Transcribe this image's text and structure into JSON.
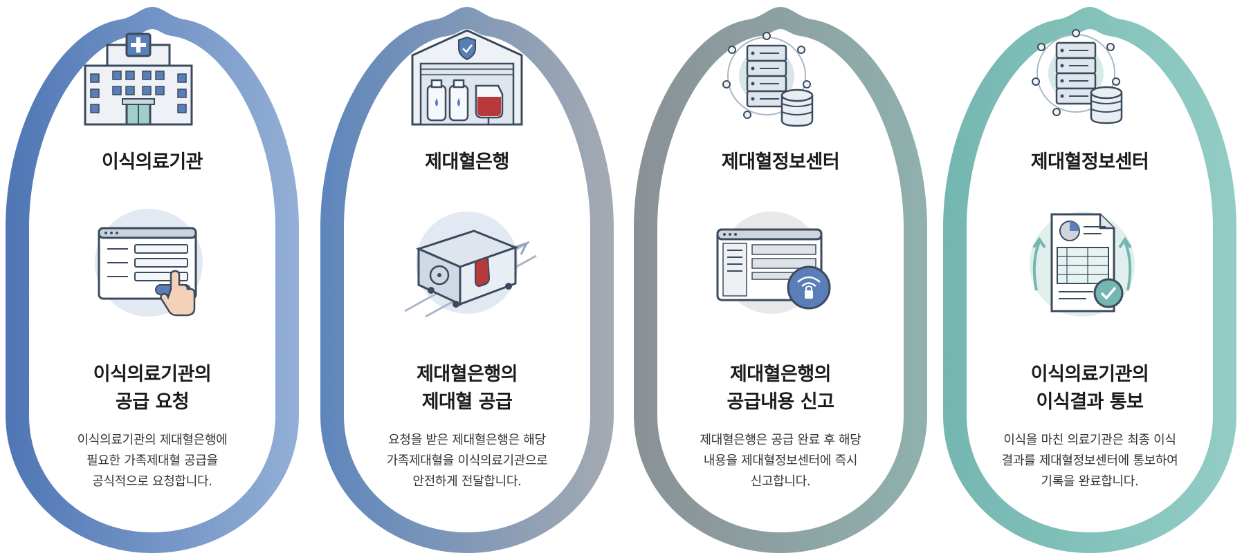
{
  "cards": [
    {
      "organization": "이식의료기관",
      "step_title": [
        "이식의료기관의",
        "공급 요청"
      ],
      "description": [
        "이식의료기관의 제대혈은행에",
        "필요한 가족제대혈 공급을",
        "공식적으로 요청합니다."
      ],
      "top_icon": "hospital-icon",
      "bottom_icon": "request-form-click-icon",
      "color_start": "#4f76b4",
      "color_end": "#93afd6"
    },
    {
      "organization": "제대혈은행",
      "step_title": [
        "제대혈은행의",
        "제대혈 공급"
      ],
      "description": [
        "요청을 받은 제대혈은행은 해당",
        "가족제대혈을 이식의료기관으로",
        "안전하게 전달합니다."
      ],
      "top_icon": "cord-blood-bank-icon",
      "bottom_icon": "transport-container-icon",
      "color_start": "#5e86bc",
      "color_end": "#a4aab2"
    },
    {
      "organization": "제대혈정보센터",
      "step_title": [
        "제대혈은행의",
        "공급내용 신고"
      ],
      "description": [
        "제대혈은행은 공급 완료 후 해당",
        "내용을 제대혈정보센터에 즉시",
        "신고합니다."
      ],
      "top_icon": "server-database-icon",
      "bottom_icon": "secure-report-screen-icon",
      "color_start": "#8a9196",
      "color_end": "#8fb1ae"
    },
    {
      "organization": "제대혈정보센터",
      "step_title": [
        "이식의료기관의",
        "이식결과 통보"
      ],
      "description": [
        "이식을 마친 의료기관은 최종 이식",
        "결과를 제대혈정보센터에 통보하여",
        "기록을 완료합니다."
      ],
      "top_icon": "server-database-icon",
      "bottom_icon": "result-document-check-icon",
      "color_start": "#74b6b0",
      "color_end": "#92cdc5"
    }
  ]
}
